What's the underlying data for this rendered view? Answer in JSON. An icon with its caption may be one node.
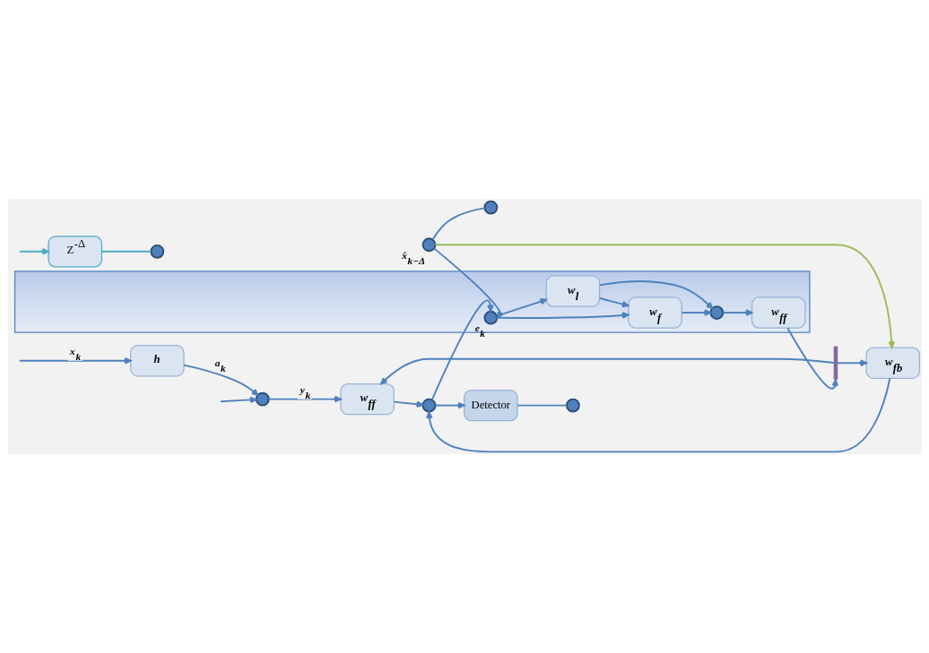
{
  "diagram": {
    "nodes": [
      {
        "text": [
          "h"
        ]
      },
      {
        "text": [],
        "shape": "circle"
      },
      {
        "text": [
          "w$_{ff}$"
        ]
      },
      {
        "text": [],
        "shape": "circle"
      },
      {
        "text": [
          "Detector"
        ]
      },
      {
        "text": [],
        "shape": "bar"
      },
      {
        "text": [
          "w$_{fb}$"
        ]
      },
      {
        "text": [
          "Z$^{-Δ}$"
        ]
      },
      {
        "text": [],
        "shape": "circle"
      },
      {
        "text": [],
        "shape": "circle"
      },
      {
        "text": [],
        "shape": "circle"
      },
      {
        "text": [],
        "shape": "circle",
        "beside": [
          "x̂$_{k−Δ}$"
        ]
      },
      {
        "text": [],
        "shape": "box"
      },
      {
        "text": [
          "w$_{ff}$"
        ],
        "in": 12
      },
      {
        "text": [],
        "shape": "circle",
        "in": 12,
        "beside": [
          "e$_{k}$"
        ]
      },
      {
        "text": [
          "w$_{f}$"
        ],
        "in": 12
      },
      {
        "text": [],
        "shape": "circle",
        "in": 12
      },
      {
        "text": [
          "w$_{l}$"
        ],
        "in": 12
      }
    ],
    "edges": [
      {
        "from": null,
        "to": 0,
        "arrow": "to",
        "label": "x$_{k}$"
      },
      {
        "from": 0,
        "to": 1,
        "arrow": "to",
        "label": "a$_{k}$"
      },
      {
        "from": null,
        "to": 1,
        "arrow": "to"
      },
      {
        "from": 1,
        "to": 2,
        "arrow": "to",
        "label": "y$_{k}$"
      },
      {
        "from": 2,
        "to": 3,
        "arrow": "to"
      },
      {
        "from": 3,
        "to": 4,
        "arrow": "to"
      },
      {
        "from": 6,
        "to": 3,
        "arrow": "to"
      },
      {
        "from": 5,
        "to": 2,
        "arrow": "to"
      },
      {
        "from": 5,
        "to": 6,
        "arrow": "to"
      },
      {
        "from": 13,
        "to": 5,
        "arrow": "to"
      },
      {
        "from": null,
        "to": 7,
        "arrow": "to",
        "color": "#4bacc6"
      },
      {
        "from": 3,
        "to": 14,
        "arrow": "to"
      },
      {
        "from": 7,
        "to": 10,
        "arrow": "none",
        "color": "#4bacc6"
      },
      {
        "from": 4,
        "to": 8,
        "arrow": "none"
      },
      {
        "from": 11,
        "to": 9,
        "arrow": "none"
      },
      {
        "from": 11,
        "to": 14,
        "arrow": "to"
      },
      {
        "from": 11,
        "to": 6,
        "arrow": "to",
        "color": "#9bbb59"
      },
      {
        "from": 14,
        "to": 15,
        "arrow": "to"
      },
      {
        "from": 14,
        "to": 17,
        "arrow": "to"
      },
      {
        "from": 15,
        "to": 16,
        "arrow": "to"
      },
      {
        "from": 17,
        "to": 15,
        "arrow": "to"
      },
      {
        "from": 17,
        "to": 16,
        "arrow": "to"
      },
      {
        "from": 16,
        "to": 13,
        "arrow": "to"
      }
    ]
  }
}
